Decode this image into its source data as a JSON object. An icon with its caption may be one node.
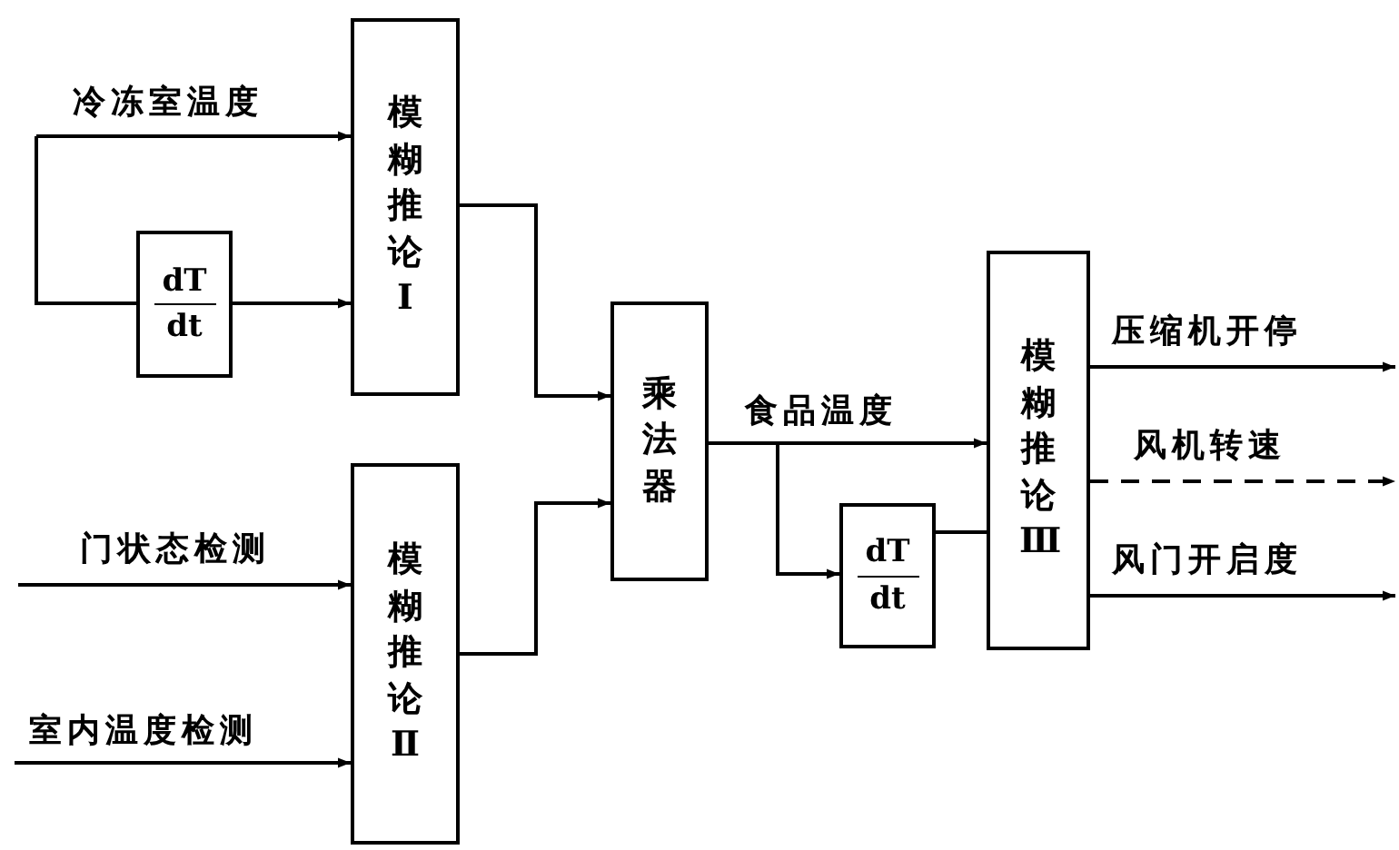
{
  "diagram": {
    "nodes": [
      {
        "text": [
          "模糊推论Ⅰ"
        ]
      },
      {
        "text": [
          "dT",
          "dt"
        ]
      },
      {
        "text": [
          "模糊推论Ⅱ"
        ]
      },
      {
        "text": [
          "乘法器"
        ]
      },
      {
        "text": [
          "dT",
          "dt"
        ]
      },
      {
        "text": [
          "模糊推论Ⅲ"
        ]
      }
    ],
    "edges": [
      {
        "from": null,
        "to": 0,
        "arrow": "to",
        "label": "冷冻室温度"
      },
      {
        "from": null,
        "to": 1,
        "arrow": "none"
      },
      {
        "from": 1,
        "to": 0,
        "arrow": "to"
      },
      {
        "from": 0,
        "to": 3,
        "arrow": "to"
      },
      {
        "from": 2,
        "to": 3,
        "arrow": "to"
      },
      {
        "from": null,
        "to": 2,
        "arrow": "to",
        "label": "门状态检测"
      },
      {
        "from": null,
        "to": 2,
        "arrow": "to",
        "label": "室内温度检测"
      },
      {
        "from": 3,
        "to": 5,
        "arrow": "to",
        "label": "食品温度"
      },
      {
        "from": 3,
        "to": 4,
        "arrow": "to"
      },
      {
        "from": 4,
        "to": 5,
        "arrow": "none"
      },
      {
        "from": 5,
        "to": null,
        "arrow": "to",
        "label": "压缩机开停"
      },
      {
        "from": 5,
        "to": null,
        "arrow": "to",
        "label": "风机转速",
        "style": "dashed"
      },
      {
        "from": 5,
        "to": null,
        "arrow": "to",
        "label": "风门开启度"
      }
    ]
  }
}
